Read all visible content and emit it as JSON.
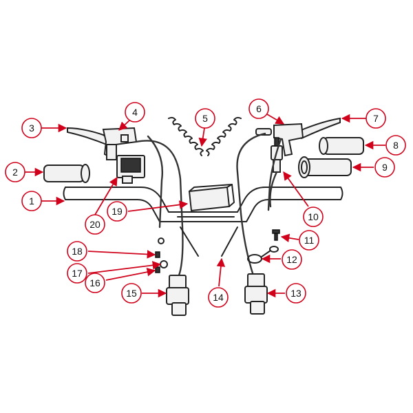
{
  "diagram": {
    "accent_color": "#d0021b",
    "line_color": "#222222",
    "callouts": [
      {
        "id": "1",
        "label": "1"
      },
      {
        "id": "2",
        "label": "2"
      },
      {
        "id": "3",
        "label": "3"
      },
      {
        "id": "4",
        "label": "4"
      },
      {
        "id": "5",
        "label": "5"
      },
      {
        "id": "6",
        "label": "6"
      },
      {
        "id": "7",
        "label": "7"
      },
      {
        "id": "8",
        "label": "8"
      },
      {
        "id": "9",
        "label": "9"
      },
      {
        "id": "10",
        "label": "10"
      },
      {
        "id": "11",
        "label": "11"
      },
      {
        "id": "12",
        "label": "12"
      },
      {
        "id": "13",
        "label": "13"
      },
      {
        "id": "14",
        "label": "14"
      },
      {
        "id": "15",
        "label": "15"
      },
      {
        "id": "16",
        "label": "16"
      },
      {
        "id": "17",
        "label": "17"
      },
      {
        "id": "18",
        "label": "18"
      },
      {
        "id": "19",
        "label": "19"
      },
      {
        "id": "20",
        "label": "20"
      }
    ]
  }
}
